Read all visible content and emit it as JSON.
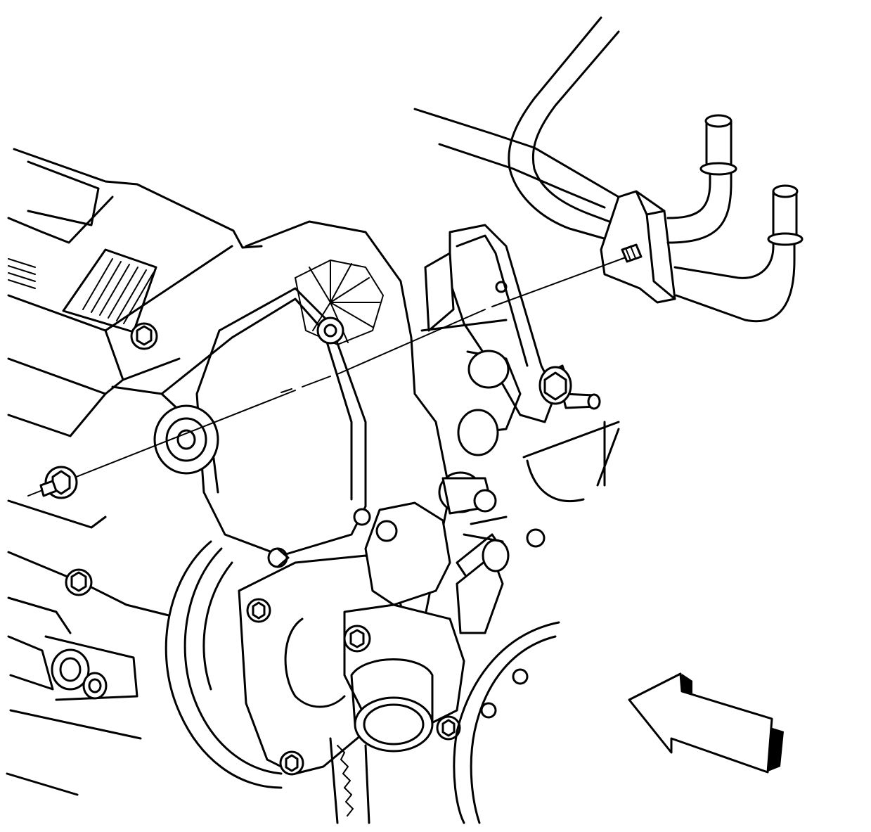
{
  "diagram": {
    "style": "black line art on white",
    "colors": {
      "line": "#000000",
      "background": "#ffffff"
    },
    "components": [
      "engine-front-cover",
      "coolant-pipe-assembly",
      "pipe-mounting-bracket",
      "bracket-stud",
      "bracket-nut",
      "thermostat-housing",
      "direction-arrow"
    ]
  }
}
